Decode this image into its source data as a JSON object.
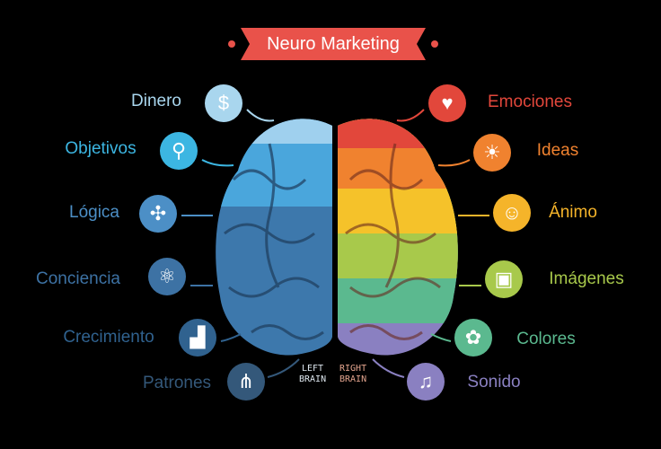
{
  "title": "Neuro Marketing",
  "colors": {
    "banner": "#e9524a",
    "left": "#3d78ac",
    "right": "#e4573c"
  },
  "left_brain_label": [
    "LEFT",
    "BRAIN"
  ],
  "right_brain_label": [
    "RIGHT",
    "BRAIN"
  ],
  "left_items": [
    {
      "label": "Dinero",
      "icon": "dollar-icon",
      "color": "#a9d6ee"
    },
    {
      "label": "Objetivos",
      "icon": "magnifier-icon",
      "color": "#3cb6e2"
    },
    {
      "label": "Lógica",
      "icon": "puzzle-icon",
      "color": "#4c8fc6"
    },
    {
      "label": "Conciencia",
      "icon": "atom-icon",
      "color": "#3d72a4"
    },
    {
      "label": "Crecimiento",
      "icon": "growth-chart-icon",
      "color": "#30628f"
    },
    {
      "label": "Patrones",
      "icon": "network-icon",
      "color": "#34587a"
    }
  ],
  "right_items": [
    {
      "label": "Emociones",
      "icon": "heart-icon",
      "color": "#e2473b"
    },
    {
      "label": "Ideas",
      "icon": "lightbulb-icon",
      "color": "#f0822f"
    },
    {
      "label": "Ánimo",
      "icon": "smiley-icon",
      "color": "#f5b42a"
    },
    {
      "label": "Imágenes",
      "icon": "camera-icon",
      "color": "#a8c94b"
    },
    {
      "label": "Colores",
      "icon": "palette-icon",
      "color": "#5bb98f"
    },
    {
      "label": "Sonido",
      "icon": "music-note-icon",
      "color": "#8a80c1"
    }
  ]
}
